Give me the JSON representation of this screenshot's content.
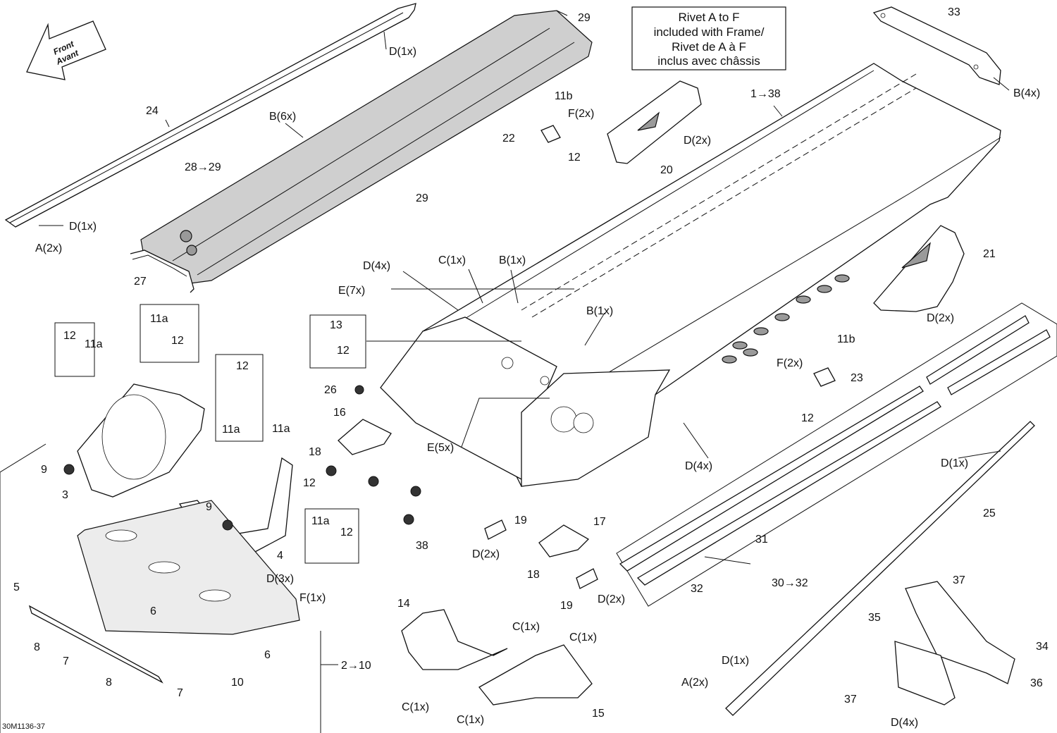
{
  "note": {
    "lines": [
      "Rivet A to F",
      "included with Frame/",
      "Rivet de A à F",
      "inclus avec châssis"
    ]
  },
  "front_arrow": {
    "line1": "Front",
    "line2": "Avant"
  },
  "diagram_code": "30M1136-37",
  "callouts": [
    {
      "id": "c-29a",
      "text": "29"
    },
    {
      "id": "c-d1x-top",
      "text": "D(1x)"
    },
    {
      "id": "c-24",
      "text": "24"
    },
    {
      "id": "c-b6x",
      "text": "B(6x)"
    },
    {
      "id": "c-28-29",
      "text": "28→29"
    },
    {
      "id": "c-29b",
      "text": "29"
    },
    {
      "id": "c-d1x-left",
      "text": "D(1x)"
    },
    {
      "id": "c-a2x-left",
      "text": "A(2x)"
    },
    {
      "id": "c-27",
      "text": "27"
    },
    {
      "id": "c-33",
      "text": "33"
    },
    {
      "id": "c-b4x",
      "text": "B(4x)"
    },
    {
      "id": "c-1-38",
      "text": "1→38"
    },
    {
      "id": "c-11b-top",
      "text": "11b"
    },
    {
      "id": "c-f2x-top",
      "text": "F(2x)"
    },
    {
      "id": "c-22",
      "text": "22"
    },
    {
      "id": "c-12-top",
      "text": "12"
    },
    {
      "id": "c-d2x-20",
      "text": "D(2x)"
    },
    {
      "id": "c-20",
      "text": "20"
    },
    {
      "id": "c-21",
      "text": "21"
    },
    {
      "id": "c-d2x-21",
      "text": "D(2x)"
    },
    {
      "id": "c-d4x-mid",
      "text": "D(4x)"
    },
    {
      "id": "c-c1x-mid",
      "text": "C(1x)"
    },
    {
      "id": "c-b1x-a",
      "text": "B(1x)"
    },
    {
      "id": "c-b1x-b",
      "text": "B(1x)"
    },
    {
      "id": "c-e7x",
      "text": "E(7x)"
    },
    {
      "id": "c-13",
      "text": "13"
    },
    {
      "id": "c-12-13",
      "text": "12"
    },
    {
      "id": "c-11b-right",
      "text": "11b"
    },
    {
      "id": "c-f2x-right",
      "text": "F(2x)"
    },
    {
      "id": "c-23",
      "text": "23"
    },
    {
      "id": "c-12-23",
      "text": "12"
    },
    {
      "id": "c-26",
      "text": "26"
    },
    {
      "id": "c-16",
      "text": "16"
    },
    {
      "id": "c-18a",
      "text": "18"
    },
    {
      "id": "c-e5x",
      "text": "E(5x)"
    },
    {
      "id": "c-d4x-right",
      "text": "D(4x)"
    },
    {
      "id": "c-38",
      "text": "38"
    },
    {
      "id": "c-19a",
      "text": "19"
    },
    {
      "id": "c-d2x-19a",
      "text": "D(2x)"
    },
    {
      "id": "c-17",
      "text": "17"
    },
    {
      "id": "c-18b",
      "text": "18"
    },
    {
      "id": "c-19b",
      "text": "19"
    },
    {
      "id": "c-d2x-19b",
      "text": "D(2x)"
    },
    {
      "id": "c-d1x-r",
      "text": "D(1x)"
    },
    {
      "id": "c-25",
      "text": "25"
    },
    {
      "id": "c-31",
      "text": "31"
    },
    {
      "id": "c-32",
      "text": "32"
    },
    {
      "id": "c-30-32",
      "text": "30→32"
    },
    {
      "id": "c-37a",
      "text": "37"
    },
    {
      "id": "c-35",
      "text": "35"
    },
    {
      "id": "c-34",
      "text": "34"
    },
    {
      "id": "c-37b",
      "text": "37"
    },
    {
      "id": "c-36",
      "text": "36"
    },
    {
      "id": "c-d4x-br",
      "text": "D(4x)"
    },
    {
      "id": "c-d1x-br",
      "text": "D(1x)"
    },
    {
      "id": "c-a2x-br",
      "text": "A(2x)"
    },
    {
      "id": "c-14",
      "text": "14"
    },
    {
      "id": "c-c1x-14a",
      "text": "C(1x)"
    },
    {
      "id": "c-c1x-14b",
      "text": "C(1x)"
    },
    {
      "id": "c-c1x-15a",
      "text": "C(1x)"
    },
    {
      "id": "c-c1x-15b",
      "text": "C(1x)"
    },
    {
      "id": "c-15",
      "text": "15"
    },
    {
      "id": "c-11a-box1",
      "text": "11a"
    },
    {
      "id": "c-12-box1",
      "text": "12"
    },
    {
      "id": "c-12-box0",
      "text": "12"
    },
    {
      "id": "c-11a-box0",
      "text": "11a"
    },
    {
      "id": "c-12-box2",
      "text": "12"
    },
    {
      "id": "c-11a-box2",
      "text": "11a"
    },
    {
      "id": "c-11a-free",
      "text": "11a"
    },
    {
      "id": "c-12-free",
      "text": "12"
    },
    {
      "id": "c-11a-box3",
      "text": "11a"
    },
    {
      "id": "c-12-box3",
      "text": "12"
    },
    {
      "id": "c-9a",
      "text": "9"
    },
    {
      "id": "c-3",
      "text": "3"
    },
    {
      "id": "c-9b",
      "text": "9"
    },
    {
      "id": "c-4",
      "text": "4"
    },
    {
      "id": "c-d3x",
      "text": "D(3x)"
    },
    {
      "id": "c-f1x",
      "text": "F(1x)"
    },
    {
      "id": "c-5",
      "text": "5"
    },
    {
      "id": "c-6a",
      "text": "6"
    },
    {
      "id": "c-6b",
      "text": "6"
    },
    {
      "id": "c-8a",
      "text": "8"
    },
    {
      "id": "c-7a",
      "text": "7"
    },
    {
      "id": "c-8b",
      "text": "8"
    },
    {
      "id": "c-7b",
      "text": "7"
    },
    {
      "id": "c-10",
      "text": "10"
    },
    {
      "id": "c-2-10",
      "text": "2→10"
    }
  ]
}
